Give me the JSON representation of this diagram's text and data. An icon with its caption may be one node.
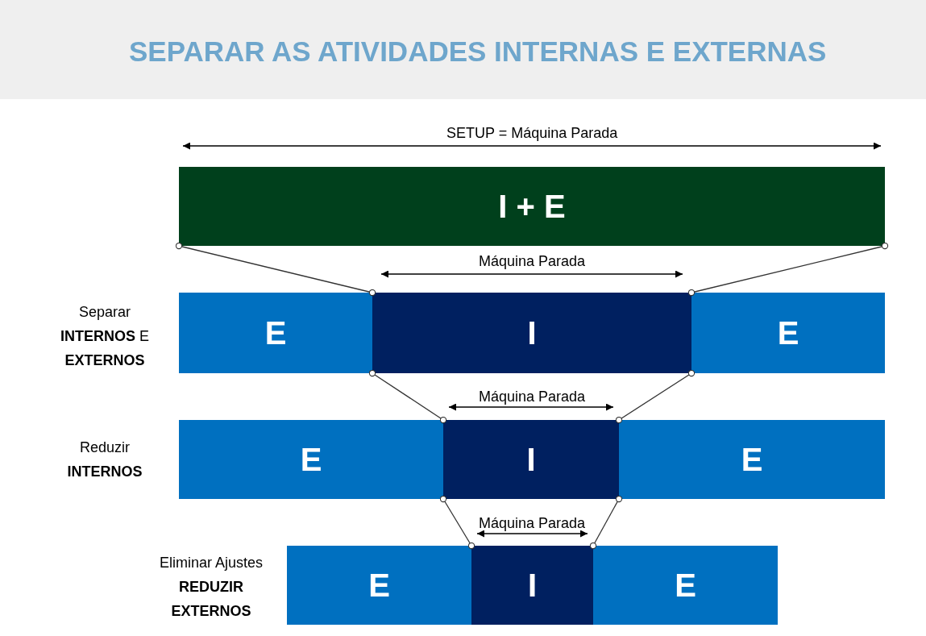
{
  "diagram": {
    "title": "SEPARAR AS ATIVIDADES INTERNAS E EXTERNAS",
    "nodes": [
      {
        "text": [
          "I + E"
        ]
      },
      {
        "text": [
          "E"
        ]
      },
      {
        "text": [
          "I"
        ]
      },
      {
        "text": [
          "E"
        ]
      },
      {
        "text": [
          "E"
        ]
      },
      {
        "text": [
          "I"
        ]
      },
      {
        "text": [
          "E"
        ]
      },
      {
        "text": [
          "E"
        ]
      },
      {
        "text": [
          "I"
        ]
      },
      {
        "text": [
          "E"
        ]
      }
    ],
    "edges": [
      {
        "from": 0,
        "to": 2,
        "arrow": "other"
      },
      {
        "from": 0,
        "to": 2,
        "arrow": "other"
      },
      {
        "from": 2,
        "to": 5,
        "arrow": "other"
      },
      {
        "from": 2,
        "to": 5,
        "arrow": "other"
      },
      {
        "from": 5,
        "to": 8,
        "arrow": "other"
      },
      {
        "from": 5,
        "to": 8,
        "arrow": "other"
      }
    ],
    "labels": [
      "SETUP = Máquina Parada",
      "Máquina Parada",
      "Separar **INTERNOS** E **EXTERNOS**",
      "Máquina Parada",
      "Reduzir **INTERNOS**",
      "Máquina Parada",
      "Eliminar Ajustes **REDUZIR EXTERNOS**"
    ]
  }
}
